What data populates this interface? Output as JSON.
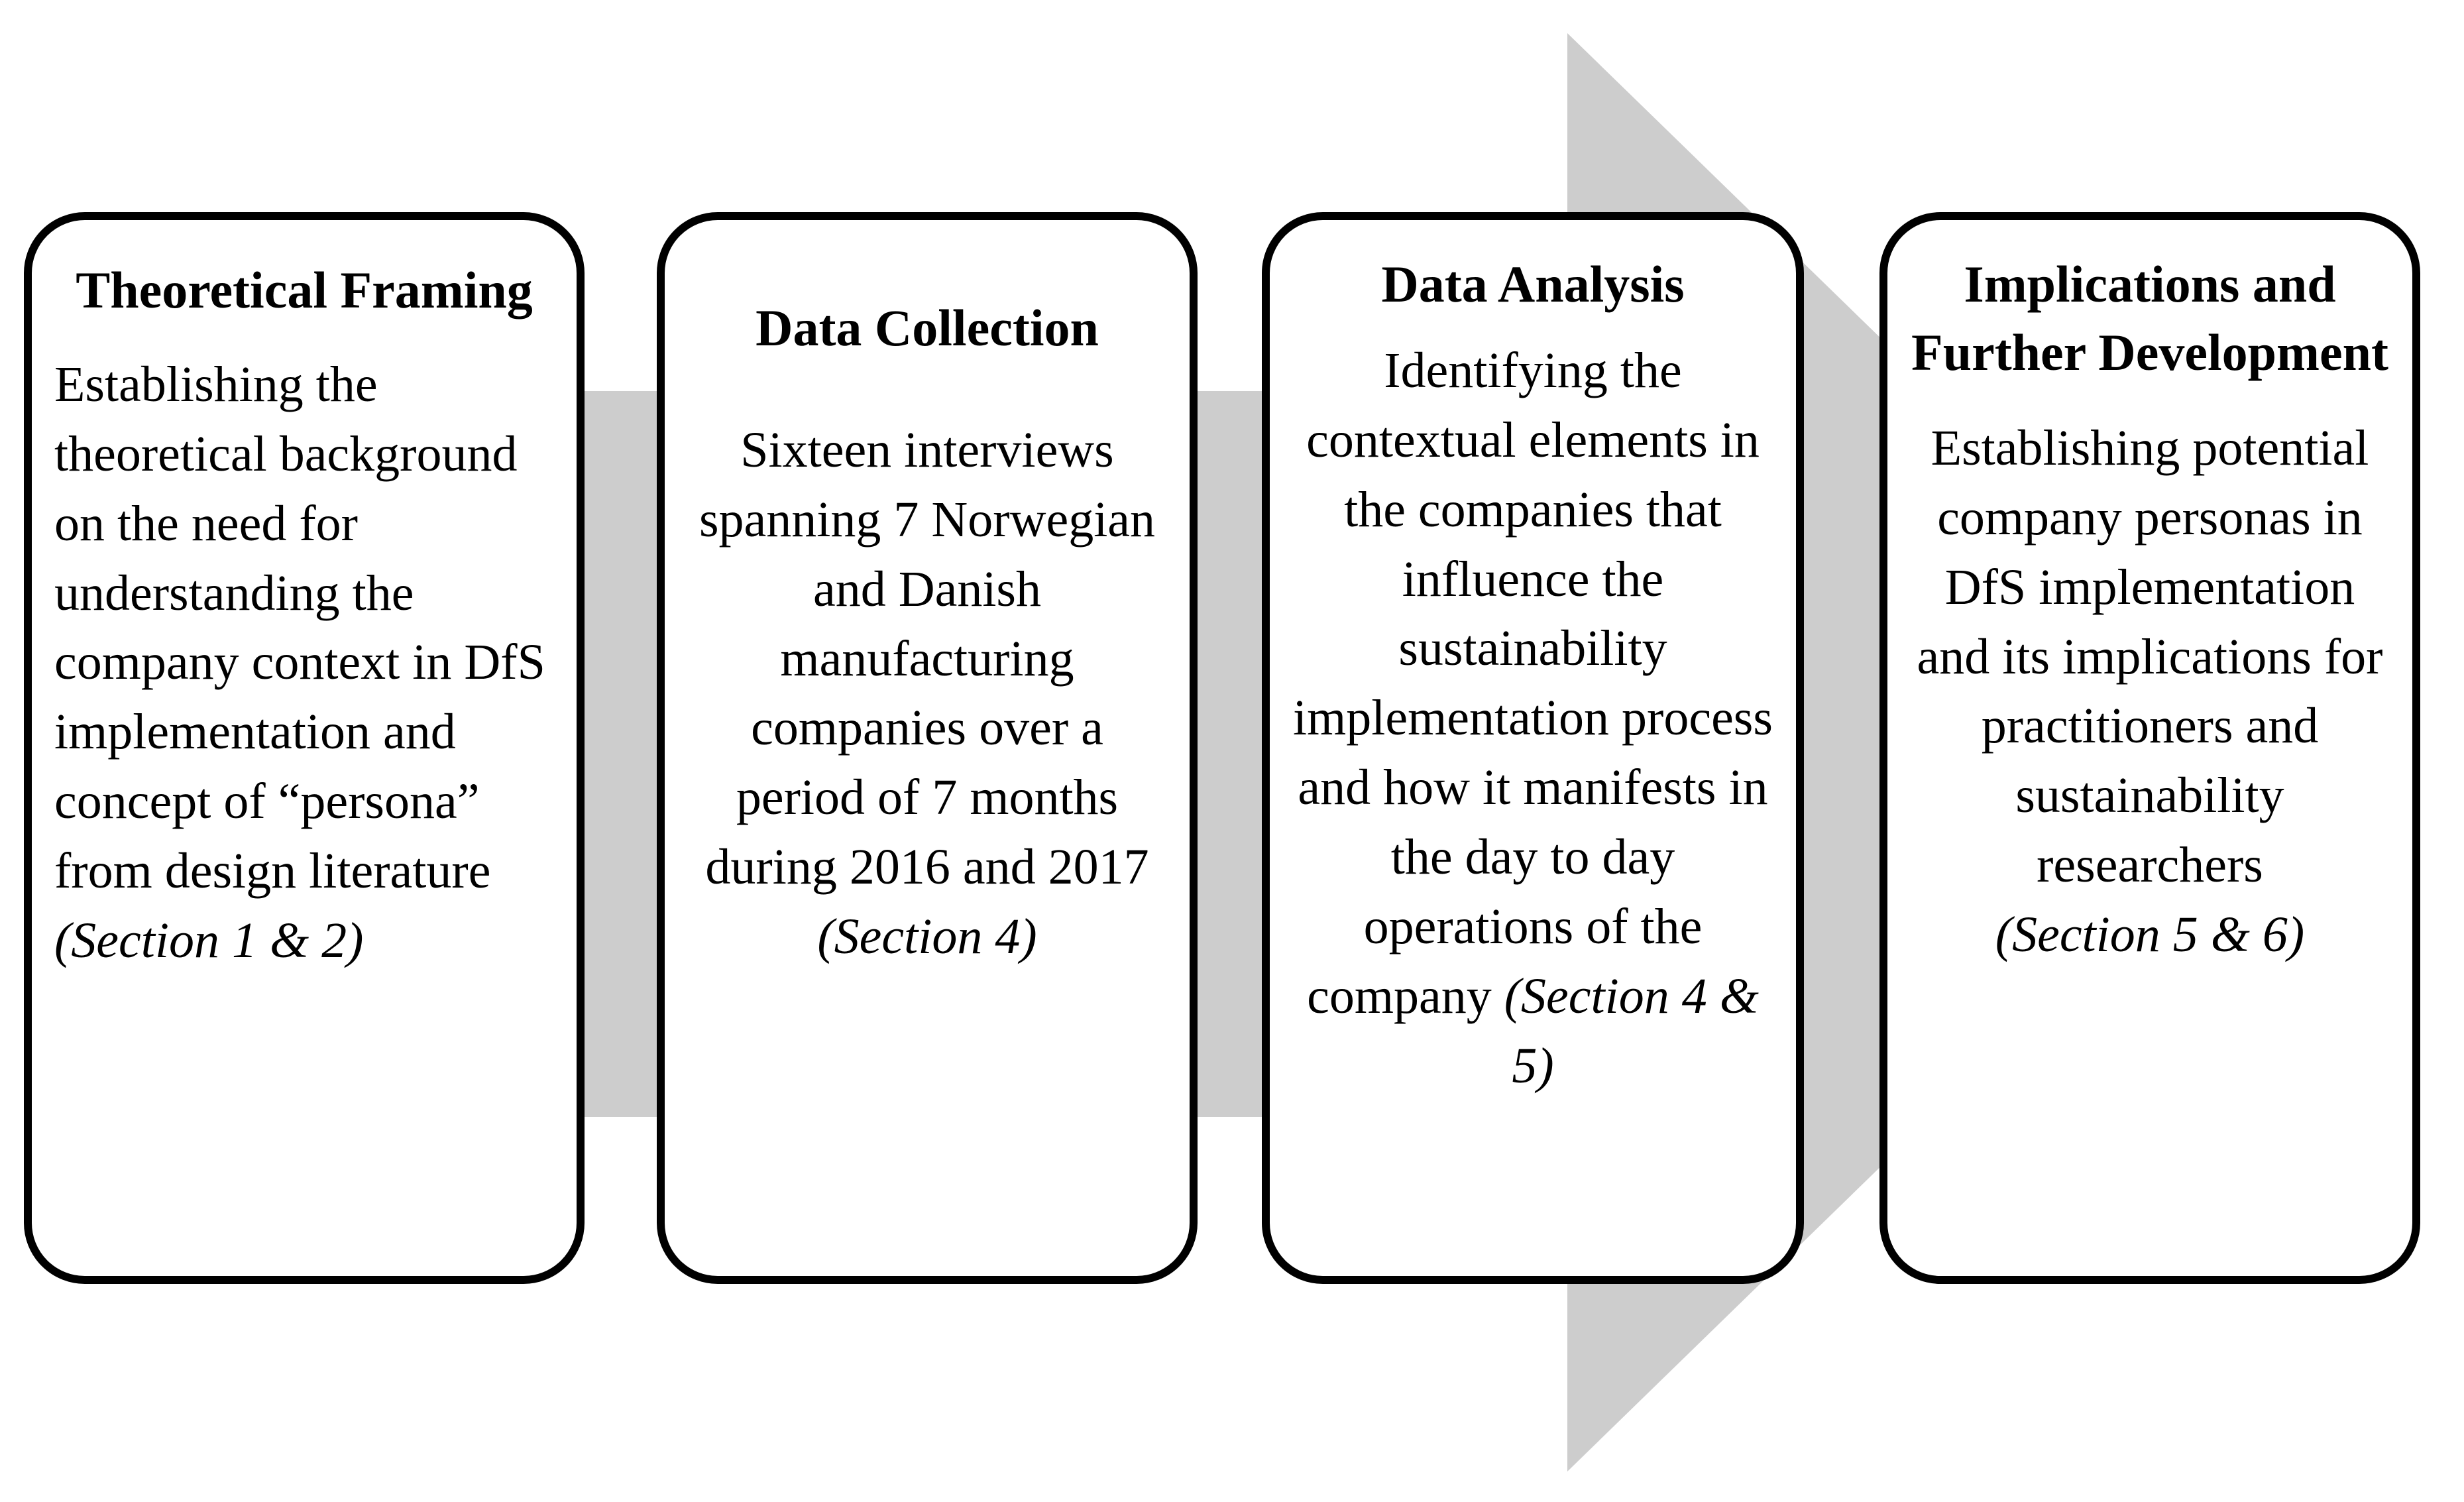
{
  "figure": {
    "type": "process-flow-diagram",
    "arrow_color": "#cdcdcd",
    "box_border_color": "#000000",
    "box_fill_color": "#ffffff",
    "stage_count": 4,
    "boxes": [
      {
        "title": "Theoretical Framing",
        "body": "Establishing the theoretical background on the need for understanding the company context in DfS implementation and concept of “persona” from design literature",
        "section": "(Section 1 & 2)"
      },
      {
        "title": "Data Collection",
        "body": "Sixteen interviews spanning 7 Norwegian and Danish manufacturing companies over a period of 7 months during 2016 and 2017",
        "section": "(Section 4)"
      },
      {
        "title": "Data Analysis",
        "body": "Identifying the contextual elements in the companies that influence the sustainability implementation process and how it manifests in the day to day operations of the company",
        "section": "(Section 4 & 5)"
      },
      {
        "title": "Implications and Further Development",
        "body": "Establishing potential company personas in DfS implementation and its implications for practitioners and sustainability researchers",
        "section": "(Section 5 & 6)"
      }
    ]
  }
}
